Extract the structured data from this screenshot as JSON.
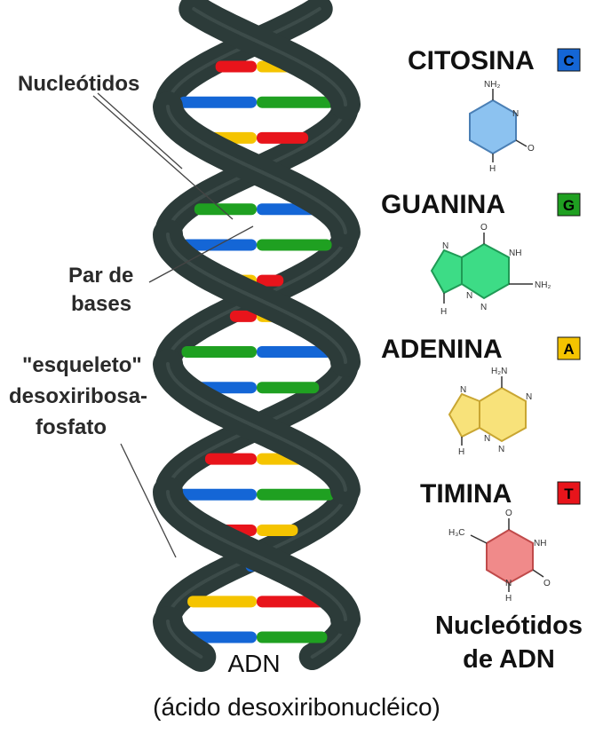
{
  "colors": {
    "backbone": "#2c3b39",
    "backbone_highlight": "#4a5a58",
    "red": "#e8141b",
    "yellow": "#f5c400",
    "blue": "#1466d6",
    "green": "#1fa021",
    "cytosine_fill": "#8cc2f0",
    "guanine_fill": "#3ddc86",
    "adenine_fill": "#f8e27a",
    "thymine_fill": "#f08a8a"
  },
  "labels": {
    "nucleotidos": "Nucleótidos",
    "par_de_bases_1": "Par de",
    "par_de_bases_2": "bases",
    "esqueleto_1": "\"esqueleto\"",
    "esqueleto_2": "desoxiribosa-",
    "esqueleto_3": "fosfato",
    "adn": "ADN",
    "adn_full": "(ácido desoxiribonucléico)",
    "legend_title_1": "Nucleótidos",
    "legend_title_2": "de ADN"
  },
  "bases": [
    {
      "name": "CITOSINA",
      "letter": "C",
      "color": "#1466d6",
      "group": "amine",
      "groups": [
        "NH₂",
        "N",
        "H",
        "O"
      ]
    },
    {
      "name": "GUANINA",
      "letter": "G",
      "color": "#1fa021",
      "group": "",
      "groups": [
        "O",
        "N",
        "NH",
        "N",
        "N",
        "H",
        "NH₂"
      ]
    },
    {
      "name": "ADENINA",
      "letter": "A",
      "color": "#f5c400",
      "group": "",
      "groups": [
        "H₂N",
        "N",
        "N",
        "N",
        "H",
        "N"
      ]
    },
    {
      "name": "TIMINA",
      "letter": "T",
      "color": "#e8141b",
      "group": "",
      "groups": [
        "O",
        "H₃C",
        "NH",
        "N",
        "H",
        "O"
      ]
    }
  ],
  "rungs": [
    {
      "left": "red",
      "right": "yellow",
      "long": true
    },
    {
      "left": "blue",
      "right": "green",
      "long": false
    },
    {
      "left": "yellow",
      "right": "red",
      "long": false
    },
    {
      "left": "red",
      "right": "yellow",
      "long": true
    },
    {
      "left": "green",
      "right": "blue",
      "long": true
    },
    {
      "left": "blue",
      "right": "green",
      "long": false
    },
    {
      "left": "yellow",
      "right": "red",
      "long": true
    },
    {
      "left": "red",
      "right": "yellow",
      "long": true
    },
    {
      "left": "green",
      "right": "blue",
      "long": false
    },
    {
      "left": "blue",
      "right": "green",
      "long": false
    },
    {
      "left": "yellow",
      "right": "red",
      "long": true
    },
    {
      "left": "red",
      "right": "yellow",
      "long": true
    },
    {
      "left": "blue",
      "right": "green",
      "long": false
    },
    {
      "left": "red",
      "right": "yellow",
      "long": false
    },
    {
      "left": "blue",
      "right": "green",
      "long": true
    },
    {
      "left": "yellow",
      "right": "red",
      "long": true
    },
    {
      "left": "blue",
      "right": "green",
      "long": false
    }
  ]
}
